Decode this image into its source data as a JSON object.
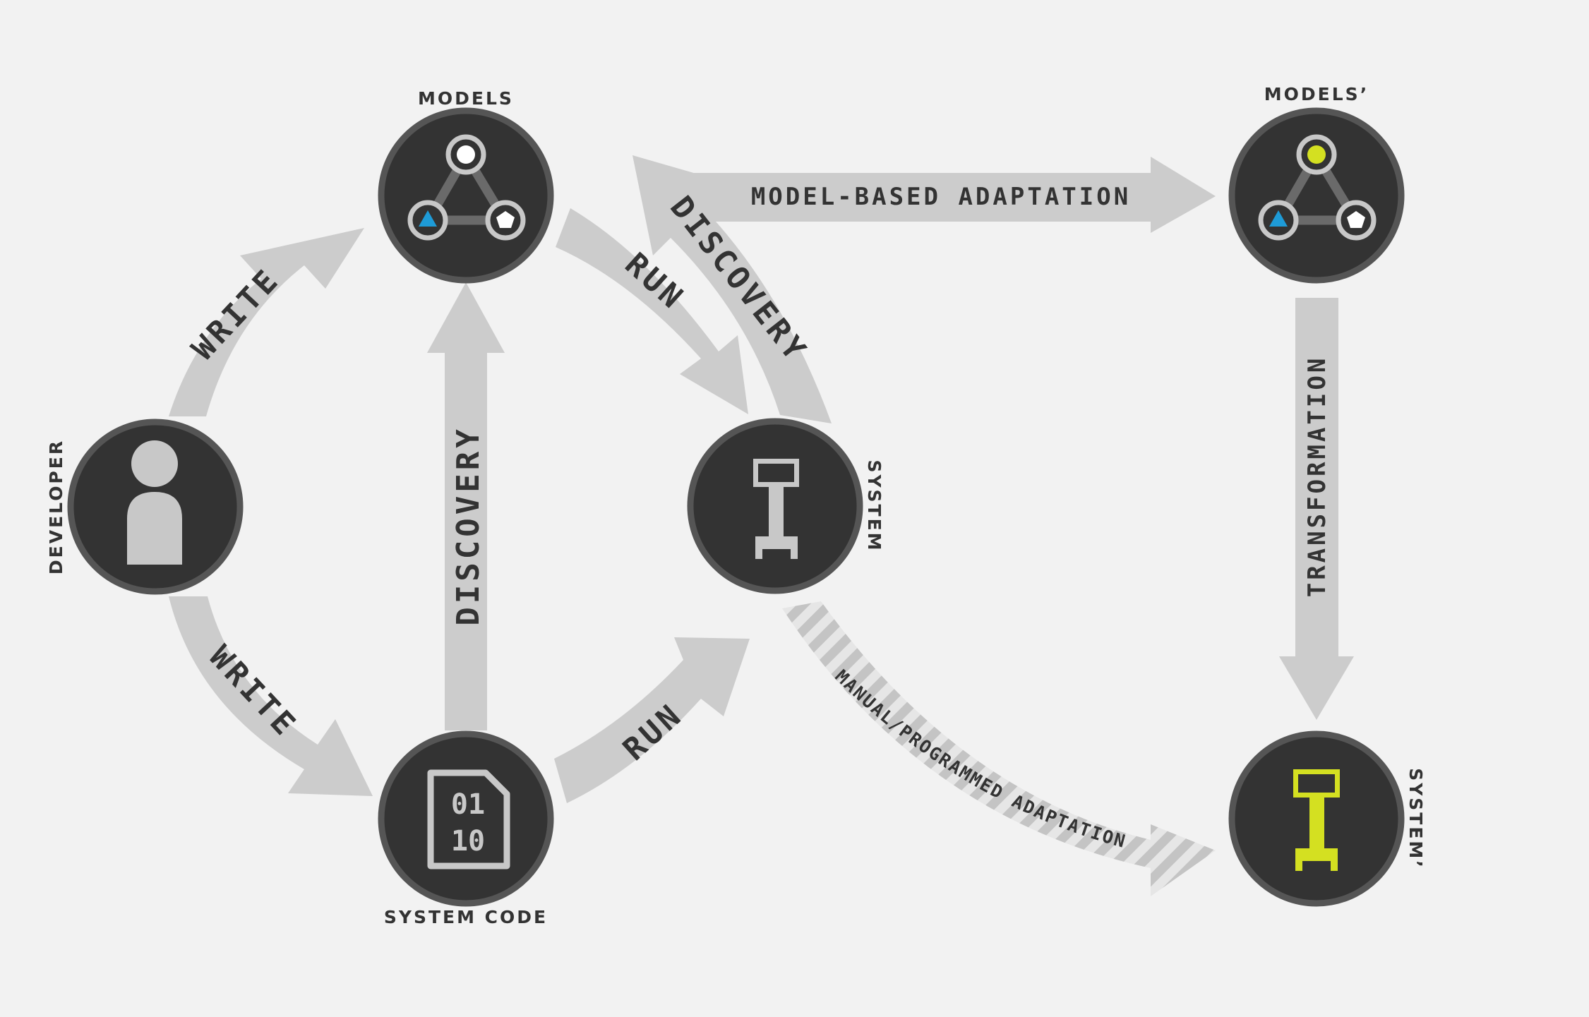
{
  "nodes": {
    "developer": {
      "label": "DEVELOPER"
    },
    "models": {
      "label": "MODELS"
    },
    "system_code": {
      "label": "SYSTEM CODE",
      "code_digits": [
        "01",
        "10"
      ]
    },
    "system": {
      "label": "SYSTEM"
    },
    "models_prime": {
      "label": "MODELS’"
    },
    "system_prime": {
      "label": "SYSTEM’"
    }
  },
  "edges": {
    "write_models": "WRITE",
    "write_code": "WRITE",
    "discovery_code": "DISCOVERY",
    "run_models": "RUN",
    "run_code": "RUN",
    "discovery_system": "DISCOVERY",
    "model_based_adaptation": "MODEL-BASED ADAPTATION",
    "transformation": "TRANSFORMATION",
    "manual_adaptation": "MANUAL/PROGRAMMED ADAPTATION"
  },
  "colors": {
    "background": "#f2f2f2",
    "node": "#333333",
    "node_ring": "#555555",
    "arrow": "#cccccc",
    "text": "#333333",
    "icon": "#c8c8c8",
    "highlight": "#d4e021",
    "accent_blue": "#1e9bd7"
  }
}
